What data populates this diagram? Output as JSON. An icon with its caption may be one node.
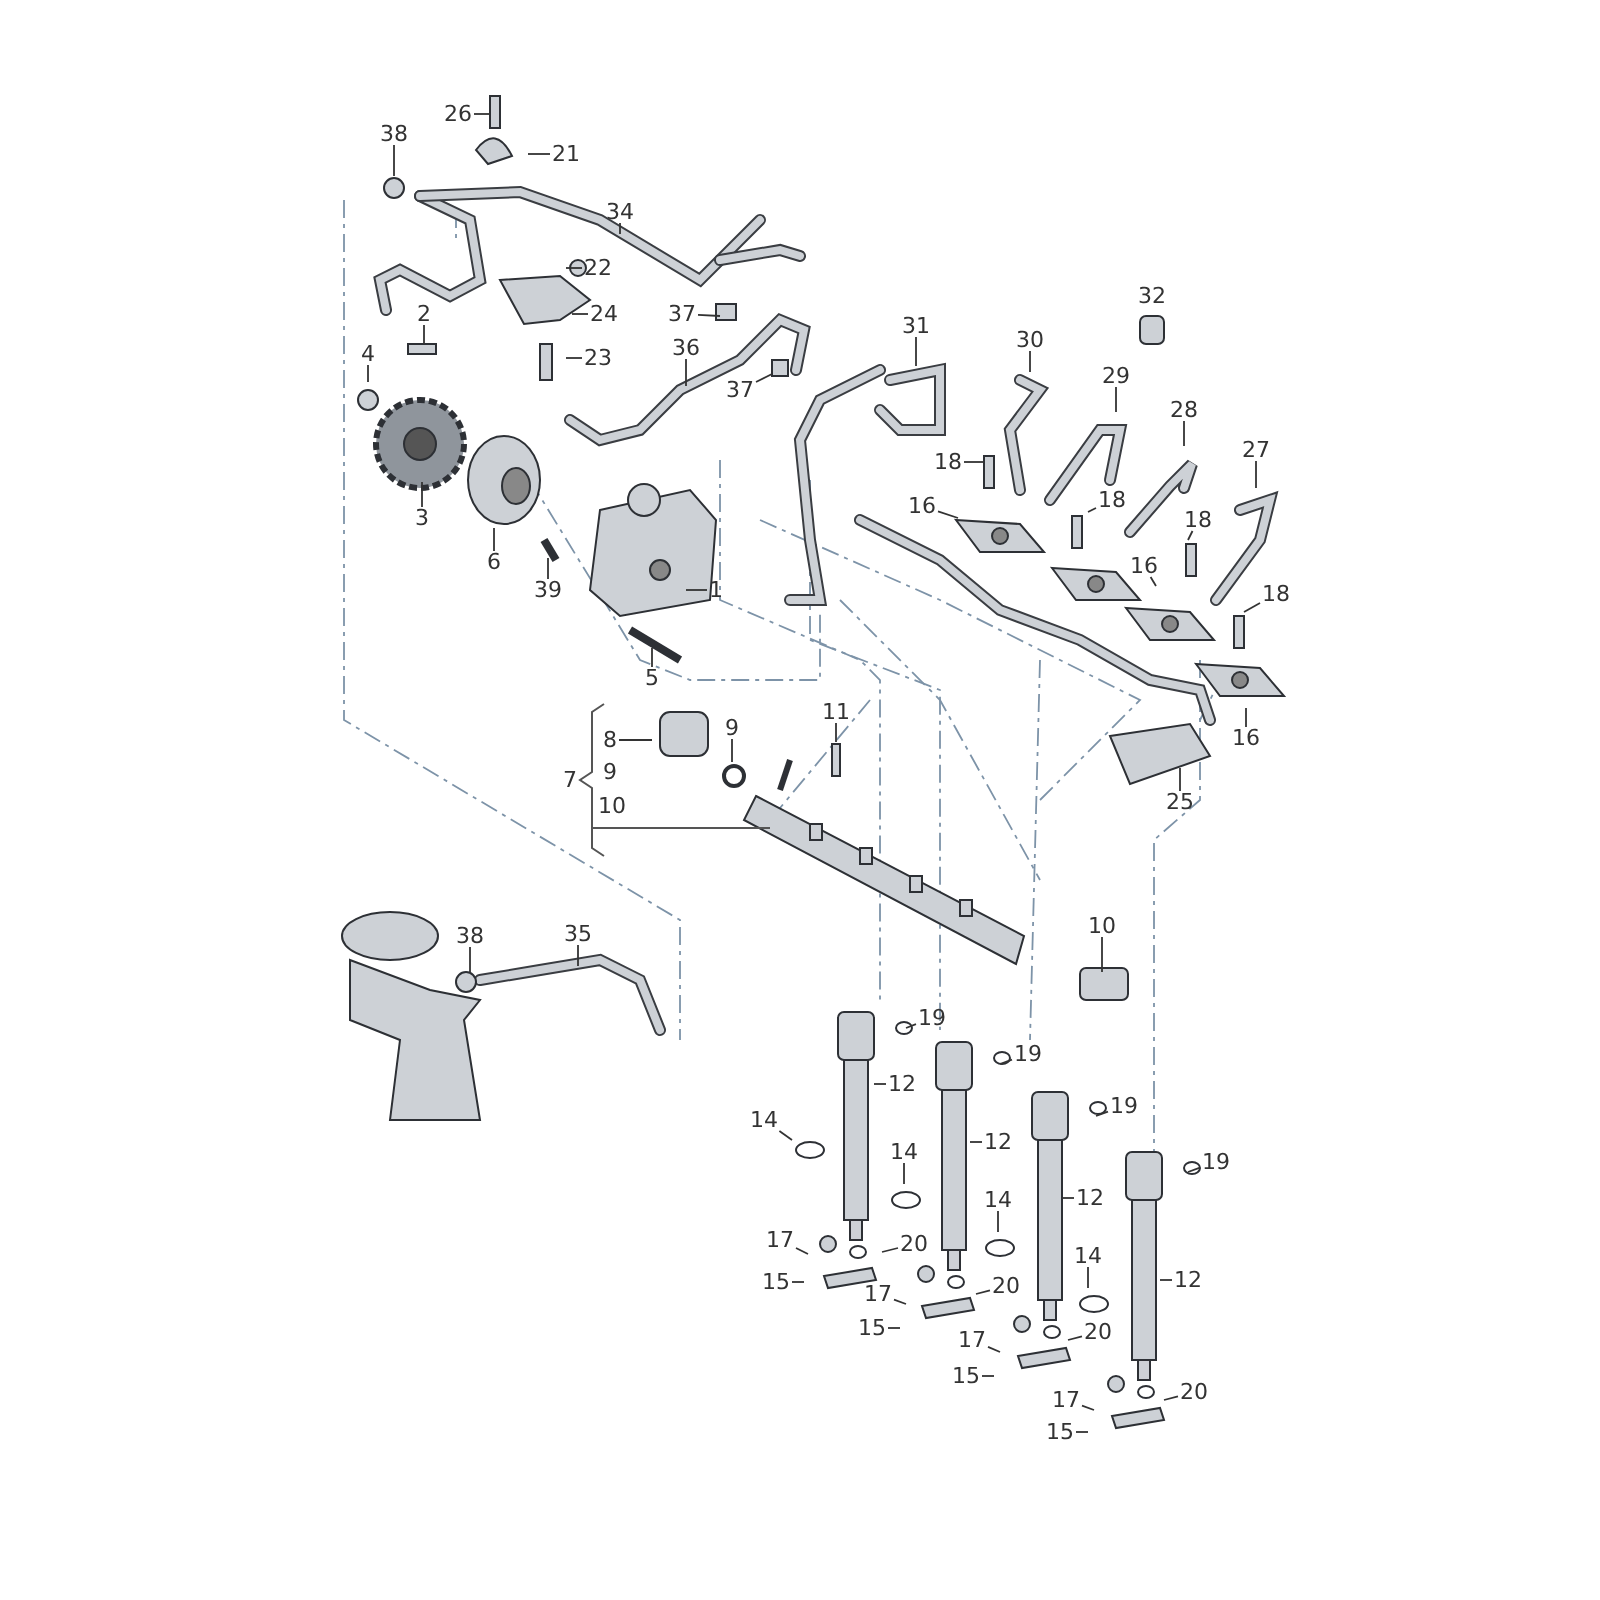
{
  "diagram": {
    "nodes": [
      {
        "text": [
          "26"
        ]
      },
      {
        "text": [
          "38"
        ]
      },
      {
        "text": [
          "21"
        ]
      },
      {
        "text": [
          "34"
        ]
      },
      {
        "text": [
          "22"
        ]
      },
      {
        "text": [
          "2"
        ]
      },
      {
        "text": [
          "37"
        ]
      },
      {
        "text": [
          "24"
        ]
      },
      {
        "text": [
          "4"
        ]
      },
      {
        "text": [
          "23"
        ]
      },
      {
        "text": [
          "36"
        ]
      },
      {
        "text": [
          "37"
        ]
      },
      {
        "text": [
          "31"
        ]
      },
      {
        "text": [
          "30"
        ]
      },
      {
        "text": [
          "32"
        ]
      },
      {
        "text": [
          "29"
        ]
      },
      {
        "text": [
          "28"
        ]
      },
      {
        "text": [
          "27"
        ]
      },
      {
        "text": [
          "18"
        ]
      },
      {
        "text": [
          "16"
        ]
      },
      {
        "text": [
          "18"
        ]
      },
      {
        "text": [
          "3"
        ]
      },
      {
        "text": [
          "18"
        ]
      },
      {
        "text": [
          "16"
        ]
      },
      {
        "text": [
          "6"
        ]
      },
      {
        "text": [
          "39"
        ]
      },
      {
        "text": [
          "1"
        ]
      },
      {
        "text": [
          "18"
        ]
      },
      {
        "text": [
          "5"
        ]
      },
      {
        "text": [
          "16"
        ]
      },
      {
        "text": [
          "8"
        ]
      },
      {
        "text": [
          "9"
        ]
      },
      {
        "text": [
          "11"
        ]
      },
      {
        "text": [
          "7"
        ]
      },
      {
        "text": [
          "9"
        ]
      },
      {
        "text": [
          "10"
        ]
      },
      {
        "text": [
          "25"
        ]
      },
      {
        "text": [
          "10"
        ]
      },
      {
        "text": [
          "38"
        ]
      },
      {
        "text": [
          "35"
        ]
      },
      {
        "text": [
          "19"
        ]
      },
      {
        "text": [
          "12"
        ]
      },
      {
        "text": [
          "14"
        ]
      },
      {
        "text": [
          "17"
        ]
      },
      {
        "text": [
          "20"
        ]
      },
      {
        "text": [
          "15"
        ]
      },
      {
        "text": [
          "19"
        ]
      },
      {
        "text": [
          "12"
        ]
      },
      {
        "text": [
          "14"
        ]
      },
      {
        "text": [
          "17"
        ]
      },
      {
        "text": [
          "20"
        ]
      },
      {
        "text": [
          "15"
        ]
      },
      {
        "text": [
          "19"
        ]
      },
      {
        "text": [
          "12"
        ]
      },
      {
        "text": [
          "14"
        ]
      },
      {
        "text": [
          "17"
        ]
      },
      {
        "text": [
          "20"
        ]
      },
      {
        "text": [
          "15"
        ]
      },
      {
        "text": [
          "19"
        ]
      },
      {
        "text": [
          "12"
        ]
      },
      {
        "text": [
          "14"
        ]
      },
      {
        "text": [
          "17"
        ]
      },
      {
        "text": [
          "20"
        ]
      },
      {
        "text": [
          "15"
        ]
      }
    ],
    "edges": [
      {
        "from": 0,
        "to": null,
        "arrow": "none"
      },
      {
        "from": 1,
        "to": null,
        "arrow": "none"
      },
      {
        "from": 2,
        "to": null,
        "arrow": "none"
      },
      {
        "from": 3,
        "to": null,
        "arrow": "none"
      },
      {
        "from": 4,
        "to": null,
        "arrow": "none"
      },
      {
        "from": 5,
        "to": null,
        "arrow": "none"
      },
      {
        "from": 6,
        "to": null,
        "arrow": "none"
      },
      {
        "from": 7,
        "to": null,
        "arrow": "none"
      },
      {
        "from": 8,
        "to": null,
        "arrow": "none"
      },
      {
        "from": 9,
        "to": null,
        "arrow": "none"
      },
      {
        "from": 10,
        "to": null,
        "arrow": "none"
      },
      {
        "from": 11,
        "to": null,
        "arrow": "none"
      },
      {
        "from": 12,
        "to": null,
        "arrow": "none"
      },
      {
        "from": 13,
        "to": null,
        "arrow": "none"
      },
      {
        "from": 15,
        "to": null,
        "arrow": "none"
      },
      {
        "from": 16,
        "to": null,
        "arrow": "none"
      },
      {
        "from": 17,
        "to": null,
        "arrow": "none"
      },
      {
        "from": 18,
        "to": null,
        "arrow": "none"
      },
      {
        "from": 19,
        "to": null,
        "arrow": "none"
      },
      {
        "from": 20,
        "to": null,
        "arrow": "none"
      },
      {
        "from": 21,
        "to": null,
        "arrow": "none"
      },
      {
        "from": 22,
        "to": null,
        "arrow": "none"
      },
      {
        "from": 23,
        "to": null,
        "arrow": "none"
      },
      {
        "from": 24,
        "to": null,
        "arrow": "none"
      },
      {
        "from": 25,
        "to": null,
        "arrow": "none"
      },
      {
        "from": 26,
        "to": null,
        "arrow": "none"
      },
      {
        "from": 27,
        "to": null,
        "arrow": "none"
      },
      {
        "from": 28,
        "to": null,
        "arrow": "none"
      },
      {
        "from": 29,
        "to": null,
        "arrow": "none"
      },
      {
        "from": 30,
        "to": null,
        "arrow": "none"
      },
      {
        "from": 31,
        "to": null,
        "arrow": "none"
      },
      {
        "from": 32,
        "to": null,
        "arrow": "none"
      },
      {
        "from": 36,
        "to": null,
        "arrow": "none"
      },
      {
        "from": 37,
        "to": null,
        "arrow": "none"
      },
      {
        "from": 38,
        "to": null,
        "arrow": "none"
      },
      {
        "from": 39,
        "to": null,
        "arrow": "none"
      },
      {
        "from": 40,
        "to": null,
        "arrow": "none"
      },
      {
        "from": 41,
        "to": null,
        "arrow": "none"
      },
      {
        "from": 42,
        "to": null,
        "arrow": "none"
      },
      {
        "from": 43,
        "to": null,
        "arrow": "none"
      },
      {
        "from": 44,
        "to": null,
        "arrow": "none"
      },
      {
        "from": 45,
        "to": null,
        "arrow": "none"
      },
      {
        "from": 46,
        "to": null,
        "arrow": "none"
      },
      {
        "from": 47,
        "to": null,
        "arrow": "none"
      },
      {
        "from": 48,
        "to": null,
        "arrow": "none"
      },
      {
        "from": 49,
        "to": null,
        "arrow": "none"
      },
      {
        "from": 50,
        "to": null,
        "arrow": "none"
      },
      {
        "from": 51,
        "to": null,
        "arrow": "none"
      },
      {
        "from": 52,
        "to": null,
        "arrow": "none"
      },
      {
        "from": 53,
        "to": null,
        "arrow": "none"
      },
      {
        "from": 54,
        "to": null,
        "arrow": "none"
      },
      {
        "from": 55,
        "to": null,
        "arrow": "none"
      },
      {
        "from": 56,
        "to": null,
        "arrow": "none"
      },
      {
        "from": 57,
        "to": null,
        "arrow": "none"
      },
      {
        "from": 58,
        "to": null,
        "arrow": "none"
      },
      {
        "from": 59,
        "to": null,
        "arrow": "none"
      },
      {
        "from": 60,
        "to": null,
        "arrow": "none"
      },
      {
        "from": 61,
        "to": null,
        "arrow": "none"
      },
      {
        "from": 62,
        "to": null,
        "arrow": "none"
      },
      {
        "from": 63,
        "to": null,
        "arrow": "none"
      }
    ]
  }
}
